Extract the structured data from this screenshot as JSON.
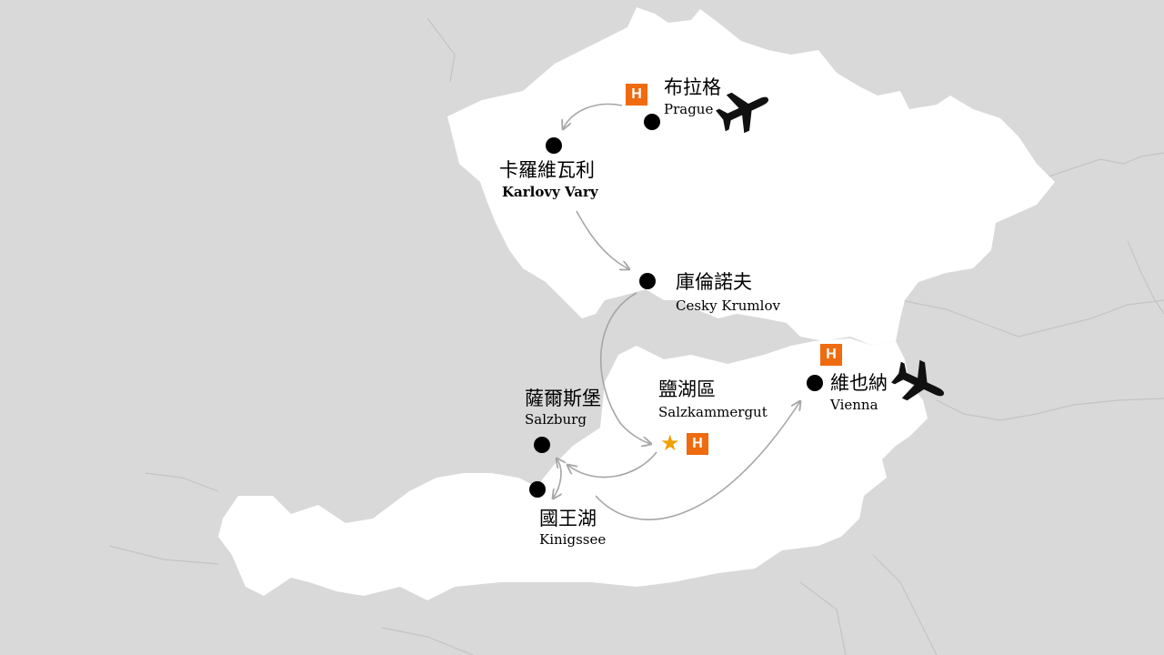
{
  "colors": {
    "background": "#d9d9d9",
    "land": "#ffffff",
    "border_lines": "#bfbfbf",
    "route_arrow": "#a6a6a6",
    "hotel_badge": "#f06a0f",
    "star": "#f0a000",
    "city_dot": "#000000"
  },
  "hotel_label": "H",
  "star_glyph": "★",
  "cities": {
    "prague": {
      "zh": "布拉格",
      "en": "Prague"
    },
    "karlovy_vary": {
      "zh": "卡羅維瓦利",
      "en": "Karlovy Vary"
    },
    "cesky_krumlov": {
      "zh": "庫倫諾夫",
      "en": "Cesky Krumlov"
    },
    "salzkammergut": {
      "zh": "鹽湖區",
      "en": "Salzkammergut"
    },
    "salzburg": {
      "zh": "薩爾斯堡",
      "en": "Salzburg"
    },
    "konigssee": {
      "zh": "國王湖",
      "en": "Kinigssee"
    },
    "vienna": {
      "zh": "維也納",
      "en": "Vienna"
    }
  },
  "icons": [
    "plane-icon",
    "hotel-icon",
    "star-icon",
    "city-marker-icon",
    "route-arrow-icon"
  ]
}
